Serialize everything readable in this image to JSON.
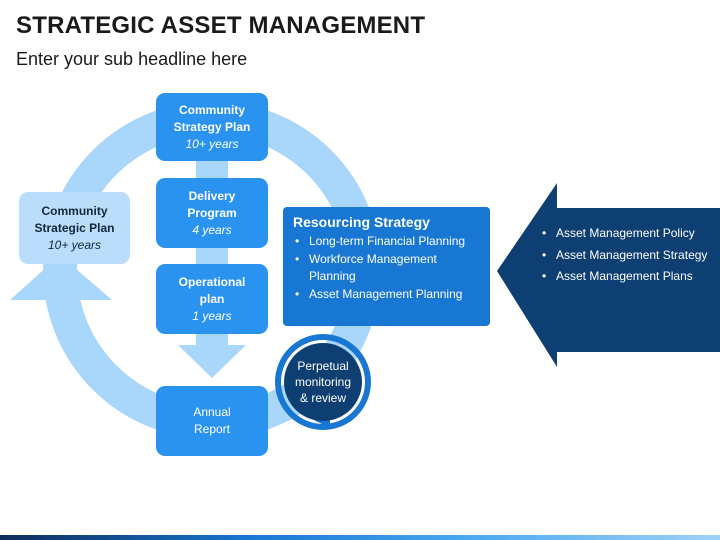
{
  "header": {
    "title": "STRATEGIC ASSET MANAGEMENT",
    "subtitle": "Enter your sub headline here"
  },
  "colors": {
    "cycle_ring": "#a9d6fb",
    "box_blue": "#2a93f0",
    "box_light": "#b9ddfb",
    "resourcing_bg": "#1877d2",
    "arrow_dark": "#0e3f73"
  },
  "cycle": {
    "community_strategy_plan": {
      "line1": "Community",
      "line2": "Strategy Plan",
      "duration": "10+ years"
    },
    "delivery_program": {
      "line1": "Delivery",
      "line2": "Program",
      "duration": "4 years"
    },
    "operational_plan": {
      "line1": "Operational",
      "line2": "plan",
      "duration": "1 years"
    },
    "annual_report": {
      "line1": "Annual",
      "line2": "Report"
    },
    "community_strategic_plan": {
      "line1": "Community",
      "line2": "Strategic Plan",
      "duration": "10+ years"
    }
  },
  "resourcing": {
    "heading": "Resourcing Strategy",
    "items": [
      "Long-term Financial Planning",
      "Workforce Management Planning",
      "Asset Management Planning"
    ]
  },
  "perpetual": {
    "line1": "Perpetual",
    "line2": "monitoring",
    "line3": "& review"
  },
  "asset_management": {
    "items": [
      "Asset Management Policy",
      "Asset Management Strategy",
      "Asset Management Plans"
    ]
  }
}
